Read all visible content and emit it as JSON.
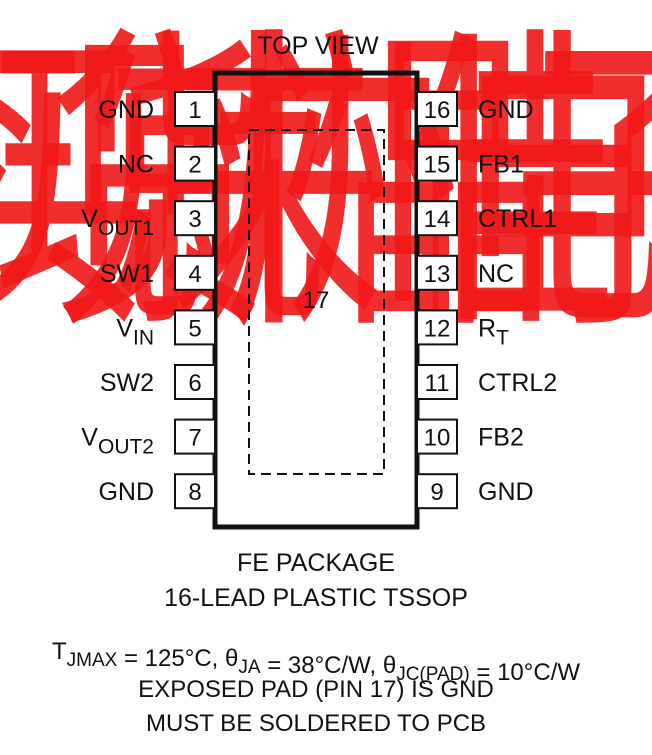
{
  "title": "TOP VIEW",
  "package_name": "FE PACKAGE",
  "package_desc": "16-LEAD PLASTIC TSSOP",
  "exposed_pad": "17",
  "left_pins": [
    {
      "num": "1",
      "label": "GND",
      "sub": ""
    },
    {
      "num": "2",
      "label": "NC",
      "sub": ""
    },
    {
      "num": "3",
      "label": "V",
      "sub": "OUT1"
    },
    {
      "num": "4",
      "label": "SW1",
      "sub": ""
    },
    {
      "num": "5",
      "label": "V",
      "sub": "IN"
    },
    {
      "num": "6",
      "label": "SW2",
      "sub": ""
    },
    {
      "num": "7",
      "label": "V",
      "sub": "OUT2"
    },
    {
      "num": "8",
      "label": "GND",
      "sub": ""
    }
  ],
  "right_pins": [
    {
      "num": "16",
      "label": "GND",
      "sub": ""
    },
    {
      "num": "15",
      "label": "FB1",
      "sub": ""
    },
    {
      "num": "14",
      "label": "CTRL1",
      "sub": ""
    },
    {
      "num": "13",
      "label": "NC",
      "sub": ""
    },
    {
      "num": "12",
      "label": "R",
      "sub": "T"
    },
    {
      "num": "11",
      "label": "CTRL2",
      "sub": ""
    },
    {
      "num": "10",
      "label": "FB2",
      "sub": ""
    },
    {
      "num": "9",
      "label": "GND",
      "sub": ""
    }
  ],
  "thermal": [
    {
      "text": "T",
      "sub": "JMAX"
    },
    {
      "text": " = 125°C, θ",
      "sub": "JA"
    },
    {
      "text": " = 38°C/W, θ",
      "sub": "JC(PAD)"
    },
    {
      "text": " = 10°C/W",
      "sub": ""
    }
  ],
  "notes": [
    "EXPOSED PAD (PIN 17) IS GND",
    "MUST BE SOLDERED TO PCB"
  ],
  "watermark": "买现货就来广州晶佳电子"
}
